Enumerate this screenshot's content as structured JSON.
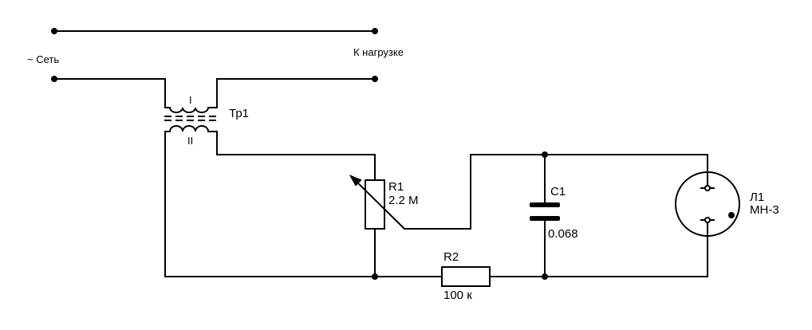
{
  "labels": {
    "mains": "~ Сеть",
    "load": "К нагрузке",
    "transformer": "Тр1",
    "primary": "I",
    "secondary": "II",
    "r1_name": "R1",
    "r1_value": "2.2 М",
    "c1_name": "C1",
    "c1_value": "0.068",
    "r2_name": "R2",
    "r2_value": "100 к",
    "lamp_name": "Л1",
    "lamp_type": "МН-3"
  },
  "colors": {
    "wire": "#000000",
    "background": "#ffffff"
  }
}
